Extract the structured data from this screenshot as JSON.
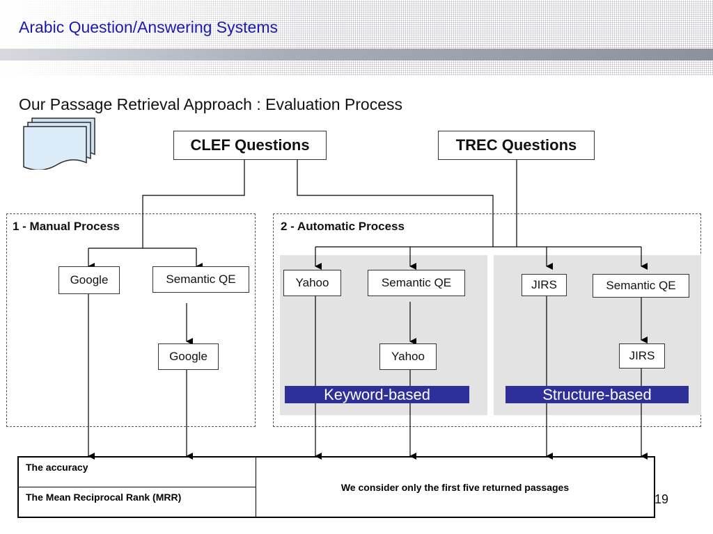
{
  "header": {
    "title": "Arabic Question/Answering Systems"
  },
  "slide": {
    "subtitle": "Our Passage Retrieval Approach : Evaluation Process",
    "page_number": "19"
  },
  "sources": {
    "clef": "CLEF Questions",
    "trec": "TREC Questions"
  },
  "manual": {
    "label": "1 - Manual Process",
    "google": "Google",
    "semantic_qe": "Semantic QE",
    "google_after_qe": "Google"
  },
  "automatic": {
    "label": "2 - Automatic Process",
    "yahoo": "Yahoo",
    "semantic_qe_kw": "Semantic QE",
    "yahoo_after_qe": "Yahoo",
    "keyword_band": "Keyword-based",
    "jirs": "JIRS",
    "semantic_qe_st": "Semantic QE",
    "jirs_after_qe": "JIRS",
    "structure_band": "Structure-based"
  },
  "evaluation": {
    "metric_1": "The accuracy",
    "metric_2": "The Mean Reciprocal Rank (MRR)",
    "note": "We consider only  the first five returned passages"
  },
  "colors": {
    "title": "#1a1ab0",
    "band": "#2f2f9a",
    "panel": "#e3e3e3"
  }
}
